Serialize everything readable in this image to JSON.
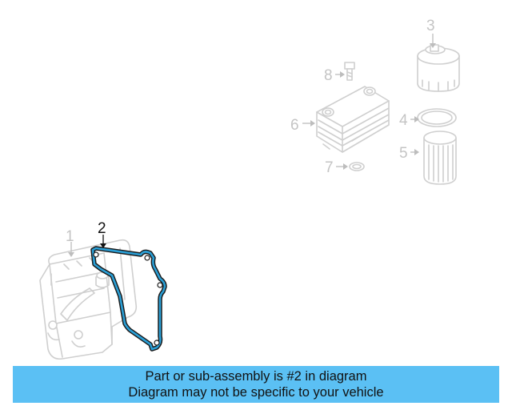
{
  "callouts": {
    "part1": "1",
    "part2": "2",
    "part3": "3",
    "part4": "4",
    "part5": "5",
    "part6": "6",
    "part7": "7",
    "part8": "8"
  },
  "highlight_color": "#2a9fd6",
  "banner": {
    "color": "#5bc0f4",
    "line1": "Part or sub-assembly is #2 in diagram",
    "line2": "Diagram may not be specific to your vehicle"
  }
}
